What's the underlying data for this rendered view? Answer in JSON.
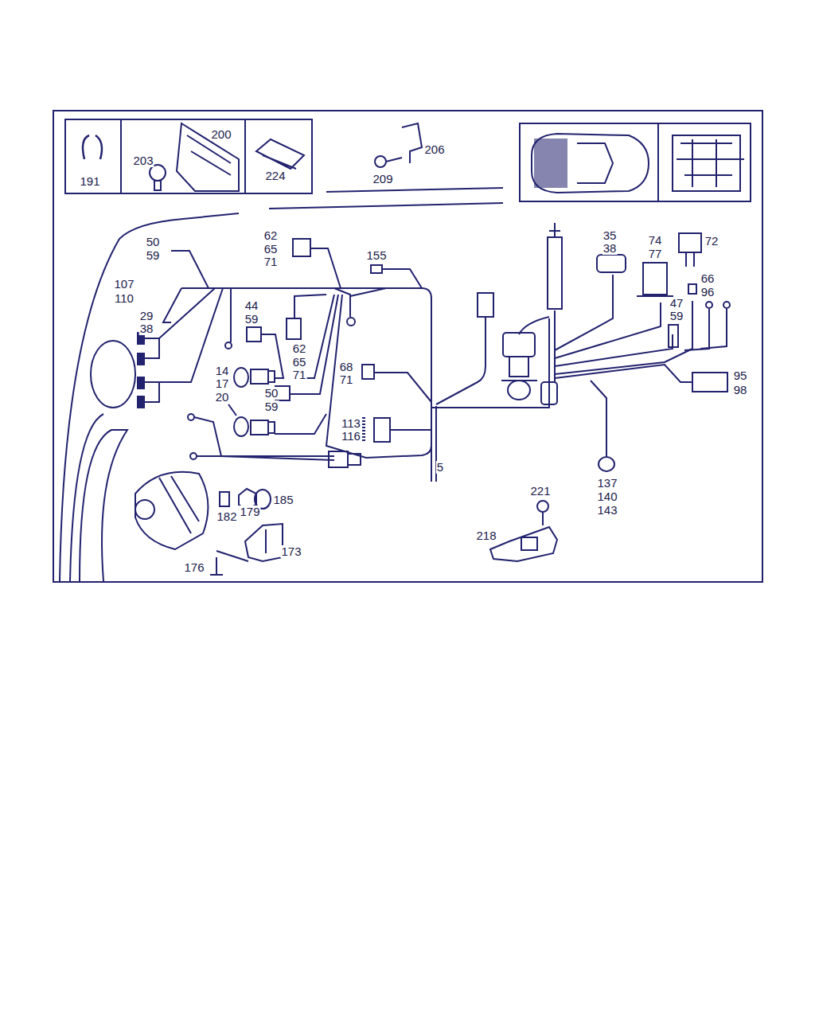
{
  "diagram": {
    "labels": [
      "191",
      "200",
      "203",
      "224",
      "206",
      "209",
      "50",
      "59",
      "62",
      "65",
      "71",
      "155",
      "35",
      "38",
      "74",
      "77",
      "72",
      "107",
      "110",
      "66",
      "96",
      "44",
      "59",
      "47",
      "59",
      "29",
      "38",
      "62",
      "65",
      "71",
      "14",
      "17",
      "68",
      "71",
      "95",
      "98",
      "20",
      "50",
      "59",
      "113",
      "116",
      "5",
      "137",
      "140",
      "143",
      "221",
      "185",
      "182",
      "179",
      "218",
      "173",
      "176"
    ]
  }
}
